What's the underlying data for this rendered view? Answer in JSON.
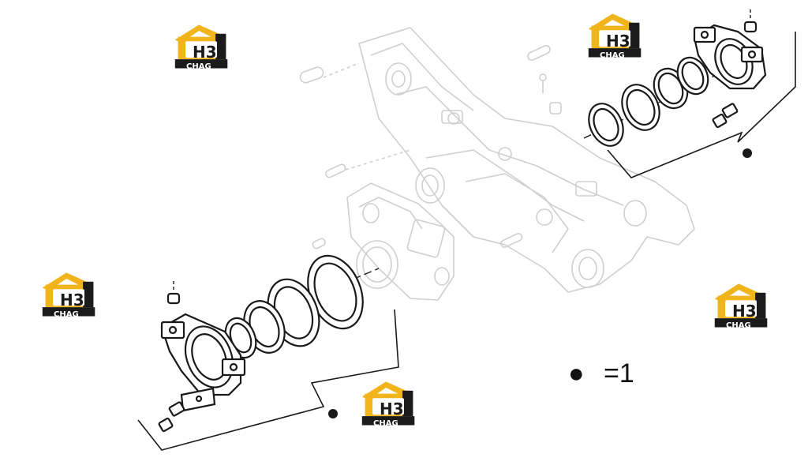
{
  "legend": {
    "marker": "●",
    "text": "=1"
  },
  "watermark": {
    "brand_mark": "H3",
    "brand_name": "CHAG"
  },
  "colors": {
    "logo_gold": "#f2b41b",
    "logo_dark": "#1b1b1b",
    "frame_line": "#cfcfcf",
    "part_line": "#1a1a1a"
  },
  "icons": [
    "watermark-logo-icon",
    "callout-dot-icon"
  ]
}
